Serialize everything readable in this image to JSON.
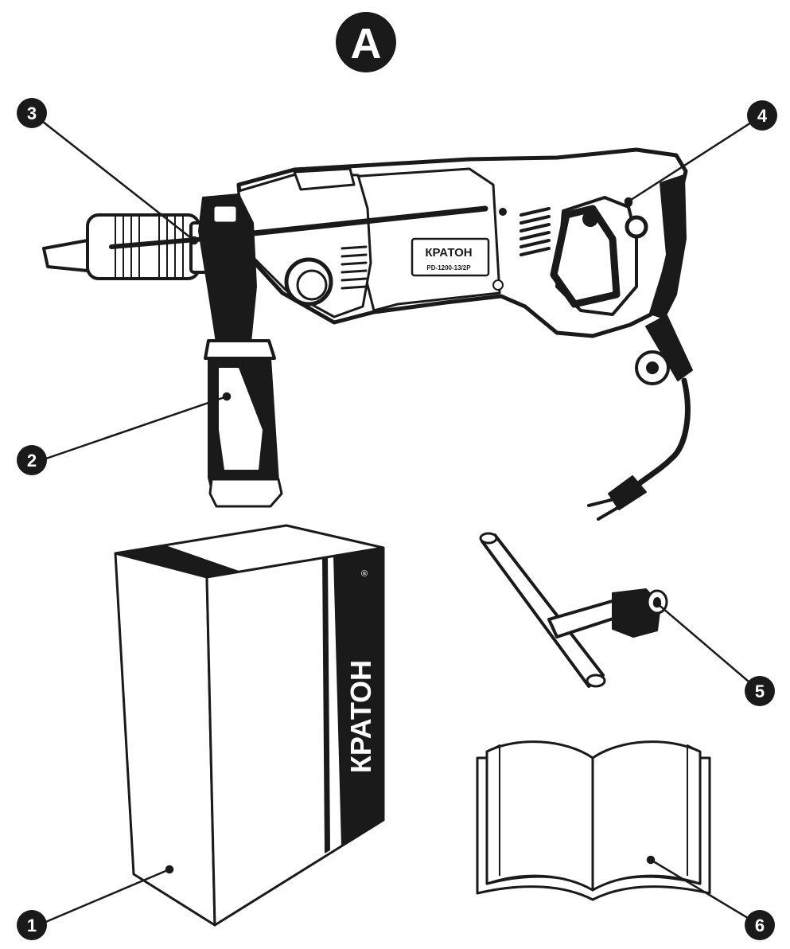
{
  "figure": {
    "header_letter": "A",
    "brand": "КРАТОН",
    "model": "PD-1200-13/2P",
    "registered_mark": "®",
    "callouts": [
      {
        "number": "1"
      },
      {
        "number": "2"
      },
      {
        "number": "3"
      },
      {
        "number": "4"
      },
      {
        "number": "5"
      },
      {
        "number": "6"
      }
    ]
  },
  "colors": {
    "ink": "#1a1a1a",
    "paper": "#ffffff"
  }
}
